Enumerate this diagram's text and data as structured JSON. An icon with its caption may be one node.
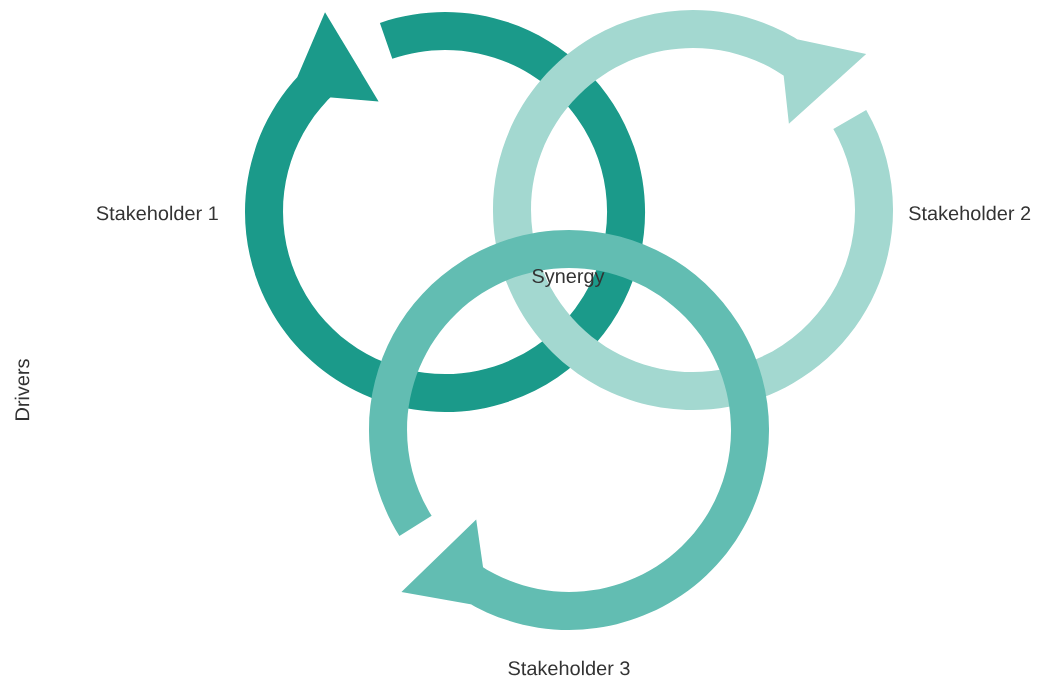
{
  "diagram": {
    "nodes": [
      {
        "text": [
          "Stakeholder 1"
        ]
      },
      {
        "text": [
          "Stakeholder 2"
        ]
      },
      {
        "text": [
          "Stakeholder 3"
        ]
      }
    ],
    "labels": [
      "Synergy",
      "Drivers"
    ]
  }
}
